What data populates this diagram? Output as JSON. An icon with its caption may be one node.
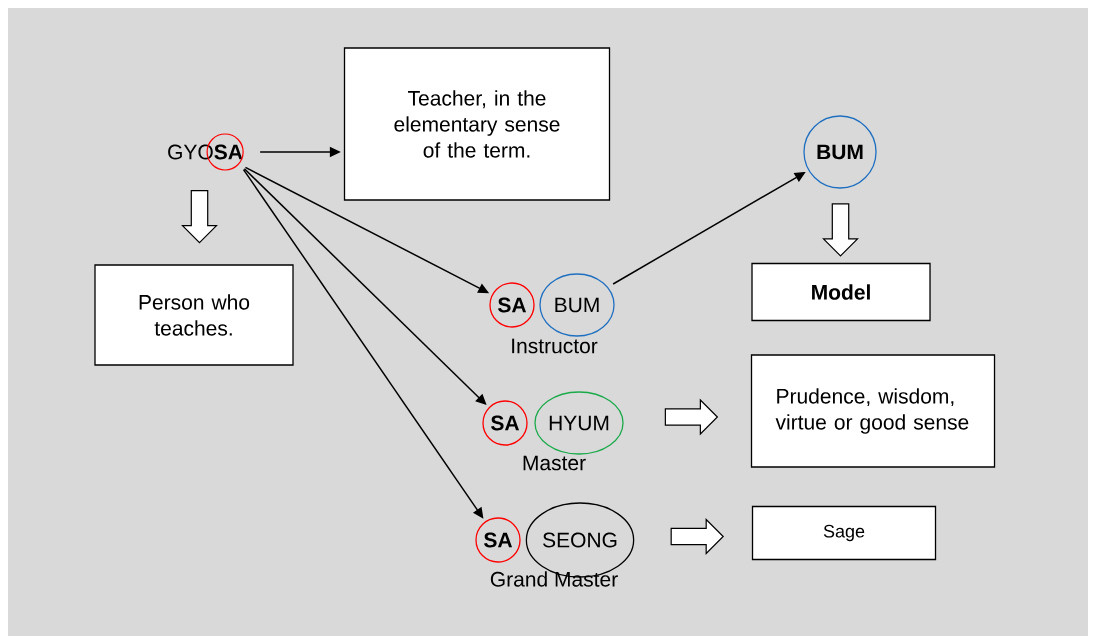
{
  "diagram": {
    "nodes": [
      {
        "text": [
          "GYO**SA**"
        ]
      },
      {
        "text": [
          "Teacher, in the elementary sense of the term."
        ]
      },
      {
        "text": [
          "Person who teaches."
        ]
      },
      {
        "text": [
          "SA"
        ]
      },
      {
        "text": [
          "BUM"
        ]
      },
      {
        "text": [
          "SA"
        ]
      },
      {
        "text": [
          "HYUM"
        ]
      },
      {
        "text": [
          "SA"
        ]
      },
      {
        "text": [
          "SEONG"
        ]
      },
      {
        "text": [
          "BUM"
        ]
      },
      {
        "text": [
          "Model"
        ]
      },
      {
        "text": [
          "Prudence, wisdom, virtue or good sense"
        ]
      },
      {
        "text": [
          "Sage"
        ]
      }
    ],
    "edges": [
      {
        "from": 0,
        "to": 1,
        "arrow": "to"
      },
      {
        "from": 0,
        "to": 2,
        "arrow": "to"
      },
      {
        "from": 0,
        "to": 3,
        "arrow": "to"
      },
      {
        "from": 0,
        "to": 5,
        "arrow": "to"
      },
      {
        "from": 0,
        "to": 7,
        "arrow": "to"
      },
      {
        "from": 4,
        "to": 9,
        "arrow": "to"
      },
      {
        "from": 9,
        "to": 10,
        "arrow": "to"
      },
      {
        "from": 6,
        "to": 11,
        "arrow": "to"
      },
      {
        "from": 8,
        "to": 12,
        "arrow": "to"
      }
    ],
    "labels": [
      "Instructor",
      "Master",
      "Grand Master"
    ]
  }
}
